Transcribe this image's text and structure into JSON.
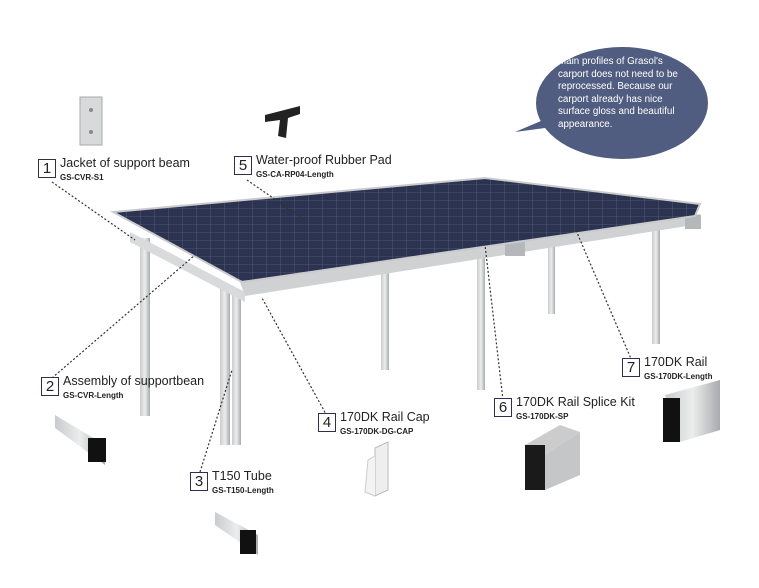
{
  "bubble": {
    "text": "Main profiles of Grasol's carport does not need to be reprocessed. Because our carport already has nice surface gloss and beautiful appearance.",
    "color": "#505d80"
  },
  "parts": [
    {
      "number": "1",
      "title": "Jacket of support beam",
      "code": "GS-CVR-S1"
    },
    {
      "number": "2",
      "title": "Assembly of supportbean",
      "code": "GS-CVR-Length"
    },
    {
      "number": "3",
      "title": "T150 Tube",
      "code": "GS-T150-Length"
    },
    {
      "number": "4",
      "title": "170DK Rail Cap",
      "code": "GS-170DK-DG-CAP"
    },
    {
      "number": "5",
      "title": "Water-proof Rubber Pad",
      "code": "GS-CA-RP04-Length"
    },
    {
      "number": "6",
      "title": "170DK Rail Splice Kit",
      "code": "GS-170DK-SP"
    },
    {
      "number": "7",
      "title": "170DK Rail",
      "code": "GS-170DK-Length"
    }
  ]
}
